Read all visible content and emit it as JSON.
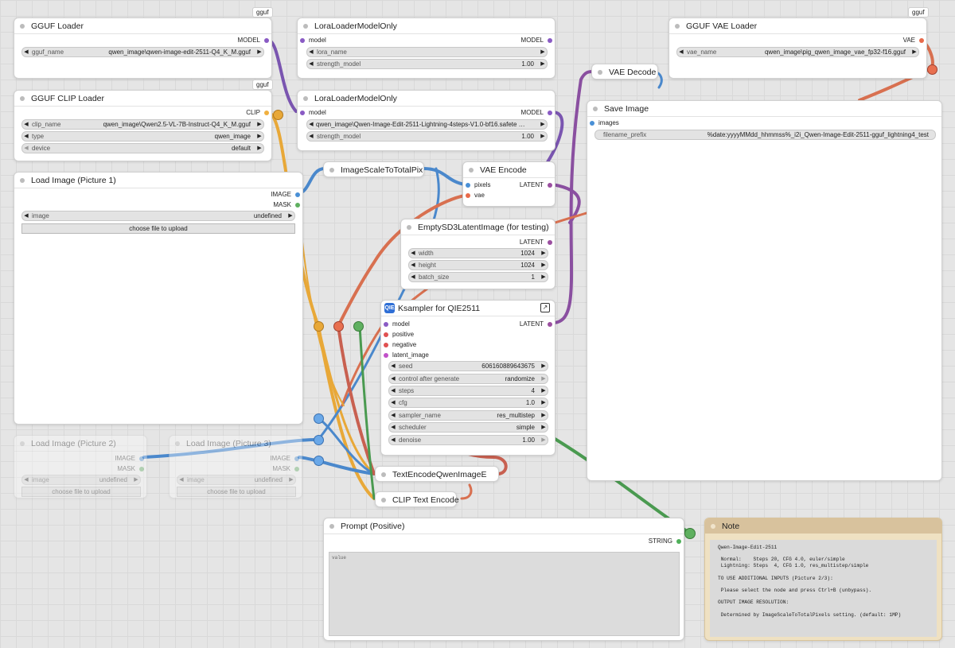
{
  "gguf_loader": {
    "title": "GGUF Loader",
    "badge": "gguf",
    "out": "MODEL",
    "w_label": "gguf_name",
    "w_value": "qwen_image\\qwen-image-edit-2511-Q4_K_M.gguf"
  },
  "clip_loader": {
    "title": "GGUF CLIP Loader",
    "badge": "gguf",
    "out": "CLIP",
    "widgets": [
      {
        "label": "clip_name",
        "value": "qwen_image\\Qwen2.5-VL-7B-Instruct-Q4_K_M.gguf"
      },
      {
        "label": "type",
        "value": "qwen_image"
      },
      {
        "label": "device",
        "value": "default"
      }
    ]
  },
  "lora1": {
    "title": "LoraLoaderModelOnly",
    "in": "model",
    "out": "MODEL",
    "widgets": [
      {
        "label": "lora_name",
        "value": ""
      },
      {
        "label": "strength_model",
        "value": "1.00"
      }
    ]
  },
  "lora2": {
    "title": "LoraLoaderModelOnly",
    "in": "model",
    "out": "MODEL",
    "widgets": [
      {
        "label": "",
        "value": "qwen_image\\Qwen-Image-Edit-2511-Lightning-4steps-V1.0-bf16.safete …"
      },
      {
        "label": "strength_model",
        "value": "1.00"
      }
    ]
  },
  "vae_loader": {
    "title": "GGUF VAE Loader",
    "badge": "gguf",
    "out": "VAE",
    "w_label": "vae_name",
    "w_value": "qwen_image\\pig_qwen_image_vae_fp32-f16.gguf"
  },
  "vae_decode": {
    "title": "VAE Decode"
  },
  "save_image": {
    "title": "Save Image",
    "in": "images",
    "w_label": "filename_prefix",
    "w_value": "%date:yyyyMMdd_hhmmss%_i2i_Qwen-Image-Edit-2511-gguf_lightning4_test"
  },
  "load1": {
    "title": "Load Image (Picture 1)",
    "out1": "IMAGE",
    "out2": "MASK",
    "w_label": "image",
    "w_value": "undefined",
    "button": "choose file to upload"
  },
  "load2": {
    "title": "Load Image (Picture 2)",
    "out1": "IMAGE",
    "out2": "MASK",
    "w_label": "image",
    "w_value": "undefined",
    "button": "choose file to upload"
  },
  "load3": {
    "title": "Load Image (Picture 3)",
    "out1": "IMAGE",
    "out2": "MASK",
    "w_label": "image",
    "w_value": "undefined",
    "button": "choose file to upload"
  },
  "scale": {
    "title": "ImageScaleToTotalPix"
  },
  "vae_encode": {
    "title": "VAE Encode",
    "in1": "pixels",
    "in2": "vae",
    "out": "LATENT"
  },
  "empty_latent": {
    "title": "EmptySD3LatentImage (for testing)",
    "out": "LATENT",
    "widgets": [
      {
        "label": "width",
        "value": "1024"
      },
      {
        "label": "height",
        "value": "1024"
      },
      {
        "label": "batch_size",
        "value": "1"
      }
    ]
  },
  "ksampler": {
    "title": "Ksampler for QIE2511",
    "icon": "QIE",
    "out": "LATENT",
    "inputs": [
      "model",
      "positive",
      "negative",
      "latent_image"
    ],
    "widgets": [
      {
        "label": "seed",
        "value": "606160889643675"
      },
      {
        "label": "control after generate",
        "value": "randomize"
      },
      {
        "label": "steps",
        "value": "4"
      },
      {
        "label": "cfg",
        "value": "1.0"
      },
      {
        "label": "sampler_name",
        "value": "res_multistep"
      },
      {
        "label": "scheduler",
        "value": "simple"
      },
      {
        "label": "denoise",
        "value": "1.00"
      }
    ]
  },
  "text_encode": {
    "title": "TextEncodeQwenImageE"
  },
  "clip_text": {
    "title": "CLIP Text Encode"
  },
  "prompt": {
    "title": "Prompt (Positive)",
    "out": "STRING",
    "placeholder": "value"
  },
  "note": {
    "title": "Note",
    "text": "Qwen-Image-Edit-2511\n\n Normal:    Steps 20, CFG 4.0, euler/simple\n Lightning: Steps  4, CFG 1.0, res_multistep/simple\n\nTO USE ADDITIONAL INPUTS (Picture 2/3):\n\n Please select the node and press Ctrl+B (unbypass).\n\nOUTPUT IMAGE RESOLUTION:\n\n Determined by ImageScaleToTotalPixels setting. (default: 1MP)"
  },
  "colors": {
    "model": "#8a5bc4",
    "clip": "#f0b040",
    "image": "#4a90d6",
    "mask": "#5fb060",
    "latent": "#9b4fa0",
    "vae": "#e86a4a",
    "conditioning": "#d06a5a",
    "string": "#4fb05a"
  }
}
